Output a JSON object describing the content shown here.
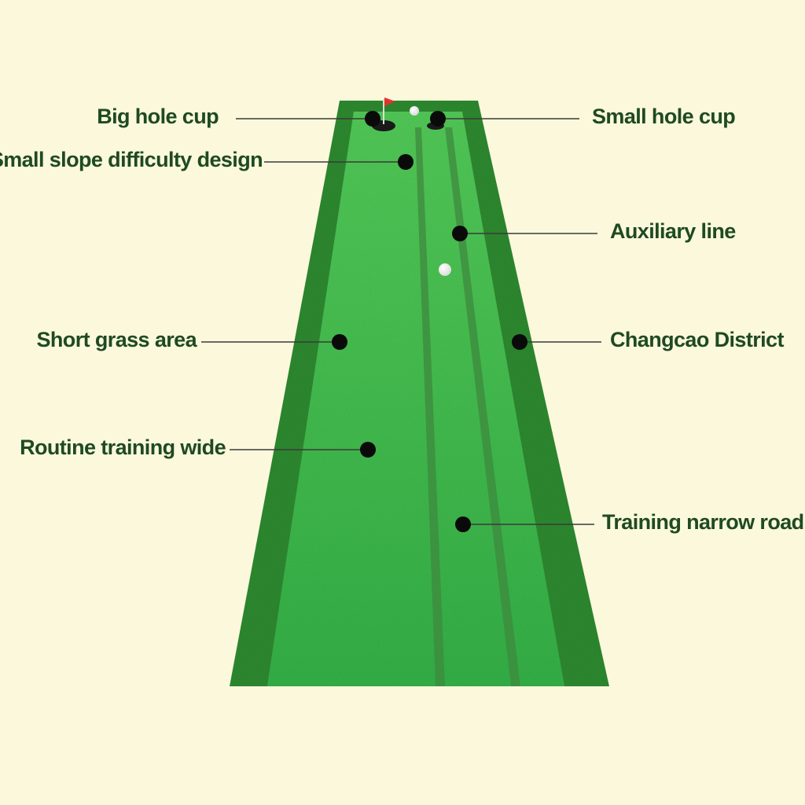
{
  "colors": {
    "background": "#fbf8dc",
    "short_grass": "#3fbd4c",
    "long_grass": "#2e8a2f",
    "label_text": "#1f4a21",
    "leader_line": "#3a3a3a",
    "marker_dot": "#0a0a0a",
    "flag": "#e2342b"
  },
  "callouts": [
    {
      "label": "Big hole cup"
    },
    {
      "label": "Small hole cup"
    },
    {
      "label": "Small slope difficulty design"
    },
    {
      "label": "Auxiliary line"
    },
    {
      "label": "Short grass area"
    },
    {
      "label": "Changcao District"
    },
    {
      "label": "Routine training wide"
    },
    {
      "label": "Training narrow road"
    }
  ]
}
